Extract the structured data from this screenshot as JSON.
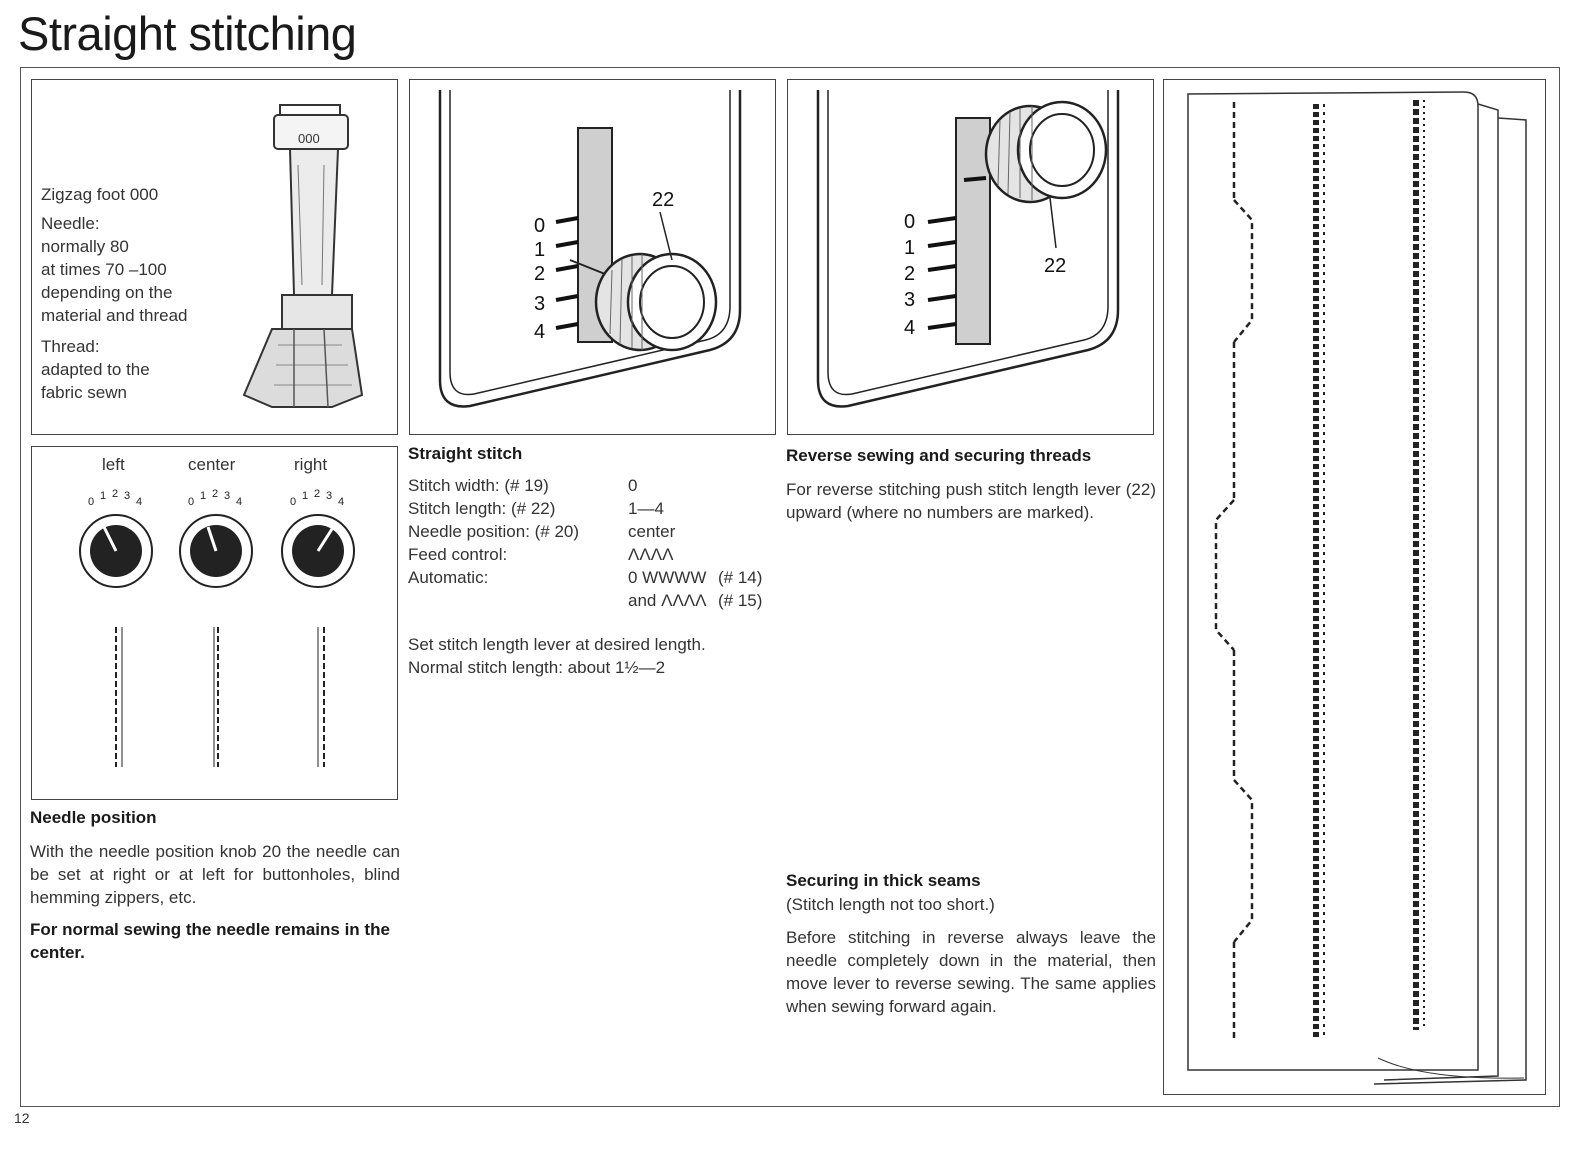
{
  "page": {
    "title": "Straight stitching",
    "page_number": "12"
  },
  "foot_panel": {
    "lines": [
      "Zigzag foot 000",
      "Needle:",
      "normally 80",
      "at times 70 –100",
      "depending on the",
      "material and thread",
      "Thread:",
      "adapted to the",
      "fabric sewn"
    ],
    "foot_code": "000"
  },
  "needle_panel": {
    "labels": [
      "left",
      "center",
      "right"
    ],
    "dial_numbers": [
      "0",
      "1",
      "2",
      "3",
      "4"
    ]
  },
  "needle_position": {
    "heading": "Needle position",
    "body": "With the needle position knob 20 the needle can be set at right or at left for buttonholes, blind hemming zippers, etc.",
    "note": "For normal sewing the needle remains in the center."
  },
  "lever_figure_1": {
    "scale_numbers": [
      "0",
      "1",
      "2",
      "3",
      "4"
    ],
    "callout": "22"
  },
  "lever_figure_2": {
    "scale_numbers": [
      "0",
      "1",
      "2",
      "3",
      "4"
    ],
    "callout": "22"
  },
  "straight_stitch": {
    "heading": "Straight stitch",
    "rows": [
      {
        "label": "Stitch width: (# 19)",
        "value": "0",
        "ref": ""
      },
      {
        "label": "Stitch length: (# 22)",
        "value": "1—4",
        "ref": ""
      },
      {
        "label": "Needle position: (# 20)",
        "value": "center",
        "ref": ""
      },
      {
        "label": "Feed control:",
        "value": "ΛΛΛΛ",
        "ref": ""
      },
      {
        "label": "Automatic:",
        "value": "0 WWWW",
        "ref": "(# 14)"
      },
      {
        "label": "",
        "value": "and ΛΛΛΛ",
        "ref": "(# 15)"
      }
    ],
    "note_1": "Set stitch length lever at desired length.",
    "note_2": "Normal stitch length: about 1½—2"
  },
  "reverse": {
    "heading": "Reverse sewing and securing threads",
    "body": "For reverse stitching push stitch length lever (22) upward (where no numbers are marked)."
  },
  "thick_seams": {
    "heading": "Securing in thick seams",
    "subheading": "(Stitch length not too short.)",
    "body": "Before stitching in reverse always leave the needle completely down in the material, then move lever to reverse sewing. The same applies when sewing forward again."
  }
}
